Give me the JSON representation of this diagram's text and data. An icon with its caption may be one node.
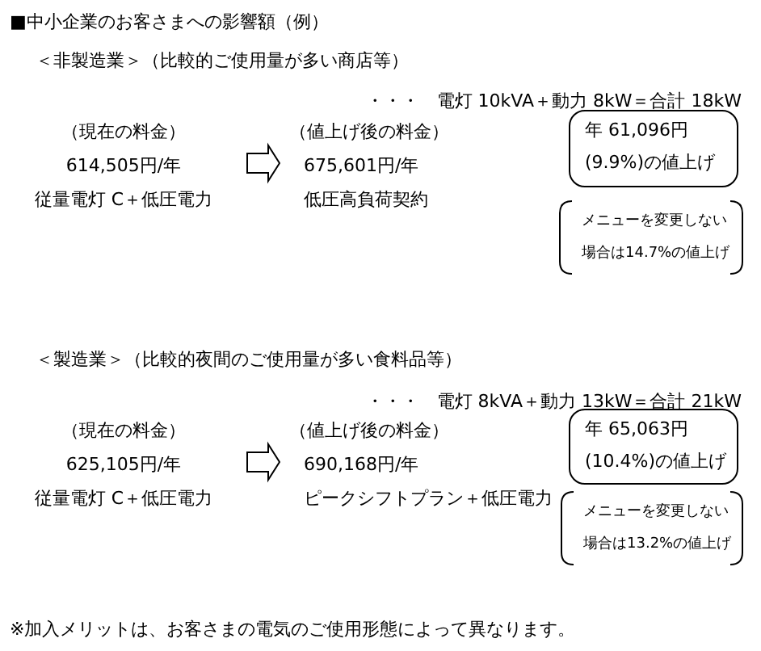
{
  "diagram": {
    "title": "■中小企業のお客さまへの影響額（例）",
    "nodes": [
      {
        "text": [
          "（現在の料金）",
          "614,505円/年",
          "従量電灯 C＋低圧電力"
        ]
      },
      {
        "text": [
          "（値上げ後の料金）",
          "675,601円/年",
          "低圧高負荷契約"
        ]
      },
      {
        "text": [
          "年 61,096円",
          "(9.9%)の値上げ"
        ]
      },
      {
        "text": [
          "メニューを変更しない場合は14.7%の値上げ"
        ]
      },
      {
        "text": [
          "（現在の料金）",
          "625,105円/年",
          "従量電灯 C＋低圧電力"
        ]
      },
      {
        "text": [
          "（値上げ後の料金）",
          "690,168円/年",
          "ピークシフトプラン＋低圧電力"
        ]
      },
      {
        "text": [
          "年 65,063円",
          "(10.4%)の値上げ"
        ]
      },
      {
        "text": [
          "メニューを変更しない場合は13.2%の値上げ"
        ]
      }
    ],
    "edges": [
      {
        "from": 0,
        "to": 1,
        "arrow": "to"
      },
      {
        "from": 4,
        "to": 5,
        "arrow": "to"
      }
    ],
    "labels": [
      "＜非製造業＞（比較的ご使用量が多い商店等）",
      "・・・　電灯 10kVA＋動力 8kW＝合計 18kW",
      "＜製造業＞（比較的夜間のご使用量が多い食料品等）",
      "・・・　電灯 8kVA＋動力 13kW＝合計 21kW",
      "※加入メリットは、お客さまの電気のご使用形態によって異なります。"
    ]
  }
}
